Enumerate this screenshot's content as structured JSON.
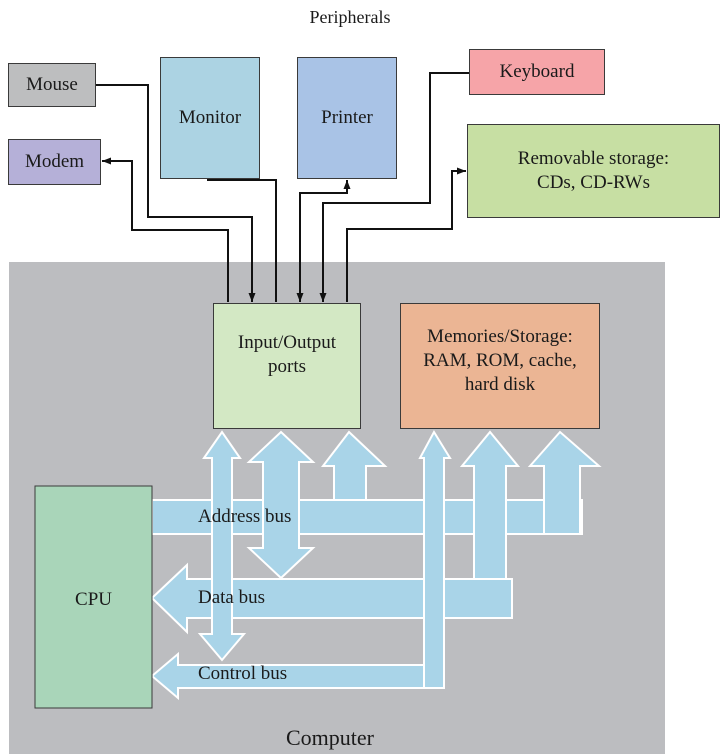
{
  "title": "Peripherals",
  "computer_label": "Computer",
  "colors": {
    "computer_bg": "#bcbdc0",
    "mouse": "#bdbebf",
    "modem": "#b5b0d8",
    "monitor": "#acd3e3",
    "printer": "#a9c3e6",
    "keyboard": "#f6a4a8",
    "removable": "#c7dfa3",
    "io": "#d3e8c4",
    "memory": "#ebb594",
    "cpu": "#a9d5b9",
    "bus": "#a9d4e8"
  },
  "peripherals": {
    "mouse": "Mouse",
    "modem": "Modem",
    "monitor": "Monitor",
    "printer": "Printer",
    "keyboard": "Keyboard",
    "removable_line1": "Removable storage:",
    "removable_line2": "CDs, CD-RWs"
  },
  "components": {
    "io_line1": "Input/Output",
    "io_line2": "ports",
    "memory_line1": "Memories/Storage:",
    "memory_line2": "RAM, ROM, cache,",
    "memory_line3": "hard disk",
    "cpu": "CPU"
  },
  "buses": {
    "address": "Address bus",
    "data": "Data bus",
    "control": "Control bus"
  }
}
